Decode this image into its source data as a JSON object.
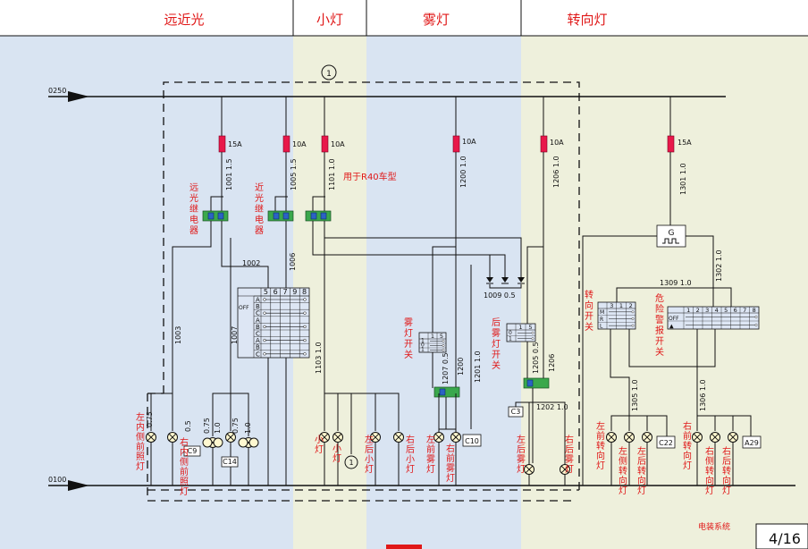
{
  "sections": {
    "high_low_beam": "远近光",
    "small_light": "小灯",
    "fog_light": "雾灯",
    "turn_signal": "转向灯"
  },
  "colors": {
    "blue_zone": "#d9e4f2",
    "cream_zone": "#eef0dc",
    "header_red": "#e01818",
    "fuse_red": "#e8184a",
    "relay_green": "#3aa84c"
  },
  "bus": {
    "top": "0250",
    "bottom": "0100"
  },
  "markers": {
    "circle_1": "1",
    "circle_1b": "1"
  },
  "fuses": [
    {
      "id": "f1",
      "rating": "15A"
    },
    {
      "id": "f2",
      "rating": "10A"
    },
    {
      "id": "f3",
      "rating": "10A"
    },
    {
      "id": "f4",
      "rating": "10A"
    },
    {
      "id": "f5",
      "rating": "10A"
    },
    {
      "id": "f6",
      "rating": "15A"
    }
  ],
  "wires": {
    "w1001": "1001 1.5",
    "w1005": "1005 1.5",
    "w1101": "1101 1.0",
    "w1200": "1200 1.0",
    "w1206": "1206 1.0",
    "w1301": "1301 1.0",
    "w1002": "1002",
    "w1006": "1006",
    "w1003": "1003",
    "w1007": "1007",
    "w1103": "1103 1.0",
    "w1009": "1009 0.5",
    "w1207": "1207 0.5",
    "w1200b": "1200",
    "w1201": "1201 1.0",
    "w1205": "1205 0.5",
    "w1206b": "1206",
    "w1202": "1202 1.0",
    "w1309": "1309 1.0",
    "w1302": "1302 1.0",
    "w1305": "1305 1.0",
    "w1306": "1306 1.0",
    "g075a": "0.75",
    "g05": "0.5",
    "g075b": "0.75",
    "g10a": "1.0",
    "g075c": "0.75",
    "g10b": "1.0"
  },
  "notes": {
    "r40": "用于R40车型"
  },
  "relays": {
    "high_beam": "远光继电器",
    "low_beam": "近光继电器"
  },
  "switches": {
    "fog_switch": "雾灯开关",
    "rear_fog_switch": "后雾灯开关",
    "turn_switch": "转向开关",
    "hazard_switch": "危险警报开关"
  },
  "light_switch_table": {
    "cols": [
      "5",
      "6",
      "7",
      "9",
      "8"
    ],
    "rows": [
      "A",
      "B",
      "C",
      "A",
      "B",
      "C",
      "A",
      "B",
      "C"
    ],
    "off": "OFF"
  },
  "small_tables": {
    "fog_rows": [
      "1",
      "0",
      "1"
    ],
    "fog_cols": [
      "1",
      "5"
    ],
    "rear_rows": [
      "0",
      "1"
    ],
    "rear_cols": [
      "1",
      "5"
    ],
    "turn_cols": [
      "3",
      "1",
      "2"
    ],
    "turn_rows": [
      "M",
      "R",
      "L"
    ],
    "hazard_cols": [
      "1",
      "2",
      "3",
      "4",
      "5",
      "6",
      "7",
      "8"
    ],
    "hazard_off": "OFF"
  },
  "flasher": {
    "label": "G"
  },
  "connectors": [
    "C9",
    "C14",
    "C10",
    "C3",
    "C22",
    "A29"
  ],
  "lamps": {
    "left_inner_front": "左内侧前照灯",
    "right_inner_front": "右内侧前照灯",
    "small1": "小灯",
    "small2": "小灯",
    "left_rear_small": "左后小灯",
    "right_rear_small": "右后小灯",
    "left_front_fog": "左前雾灯",
    "right_front_fog": "右前雾灯",
    "left_rear_fog": "左后雾灯",
    "right_rear_fog": "右后雾灯",
    "left_front_turn": "左前转向灯",
    "left_side_turn": "左侧转向灯",
    "left_rear_turn": "左后转向灯",
    "right_front_turn": "右前转向灯",
    "right_side_turn": "右侧转向灯",
    "right_rear_turn": "右后转向灯"
  },
  "footer": {
    "system": "电装系统",
    "page": "4/16"
  }
}
